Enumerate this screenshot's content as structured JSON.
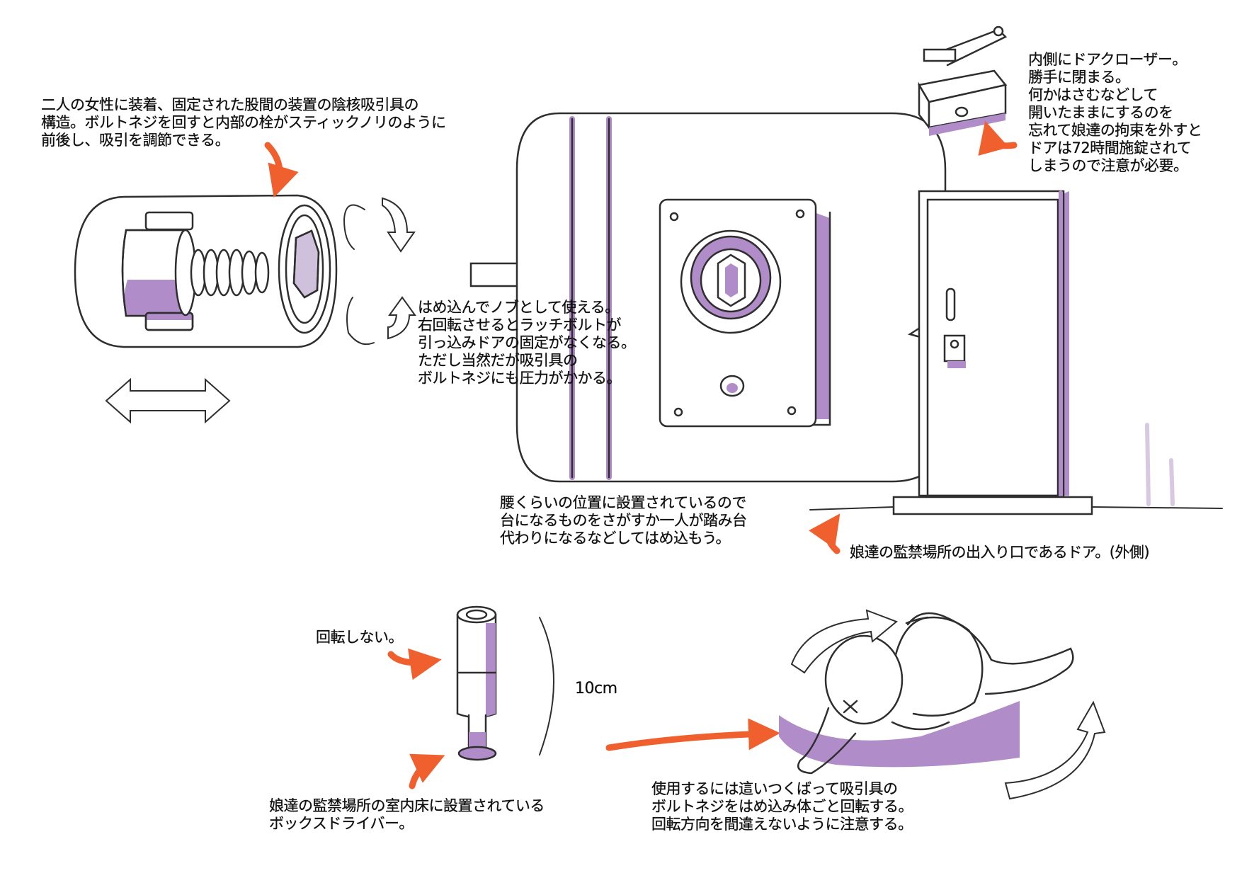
{
  "colors": {
    "line": "#2e2e2e",
    "accent_purple": "#b08cc8",
    "arrow_orange": "#f0602e",
    "paper": "#ffffff"
  },
  "notes": {
    "clitoris_device": [
      "二人の女性に装着、固定された股間の装置の陰核吸引具の",
      "構造。ボルトネジを回すと内部の栓がスティックノリのように",
      "前後し、吸引を調節できる。"
    ],
    "knob_usage": [
      "はめ込んでノブとして使える。",
      "右回転させるとラッチボルトが",
      "引っ込みドアの固定がなくなる。",
      "ただし当然だが吸引具の",
      "ボルトネジにも圧力がかかる。"
    ],
    "waist_height": [
      "腰くらいの位置に設置されているので",
      "台になるものをさがすか一人が踏み台",
      "代わりになるなどしてはめ込もう。"
    ],
    "door_closer": [
      "内側にドアクローザー。",
      "勝手に閉まる。",
      "何かはさむなどして",
      "開いたままにするのを",
      "忘れて娘達の拘束を外すと",
      "ドアは72時間施錠されて",
      "しまうので注意が必要。"
    ],
    "door_caption": [
      "娘達の監禁場所の出入り口であるドア。(外側)"
    ],
    "no_rotate": [
      "回転しない。"
    ],
    "length_label": "10cm",
    "box_driver": [
      "娘達の監禁場所の室内床に設置されている",
      "ボックスドライバー。"
    ],
    "usage": [
      "使用するには這いつくばって吸引具の",
      "ボルトネジをはめ込み体ごと回転する。",
      "回転方向を間違えないように注意する。"
    ]
  }
}
